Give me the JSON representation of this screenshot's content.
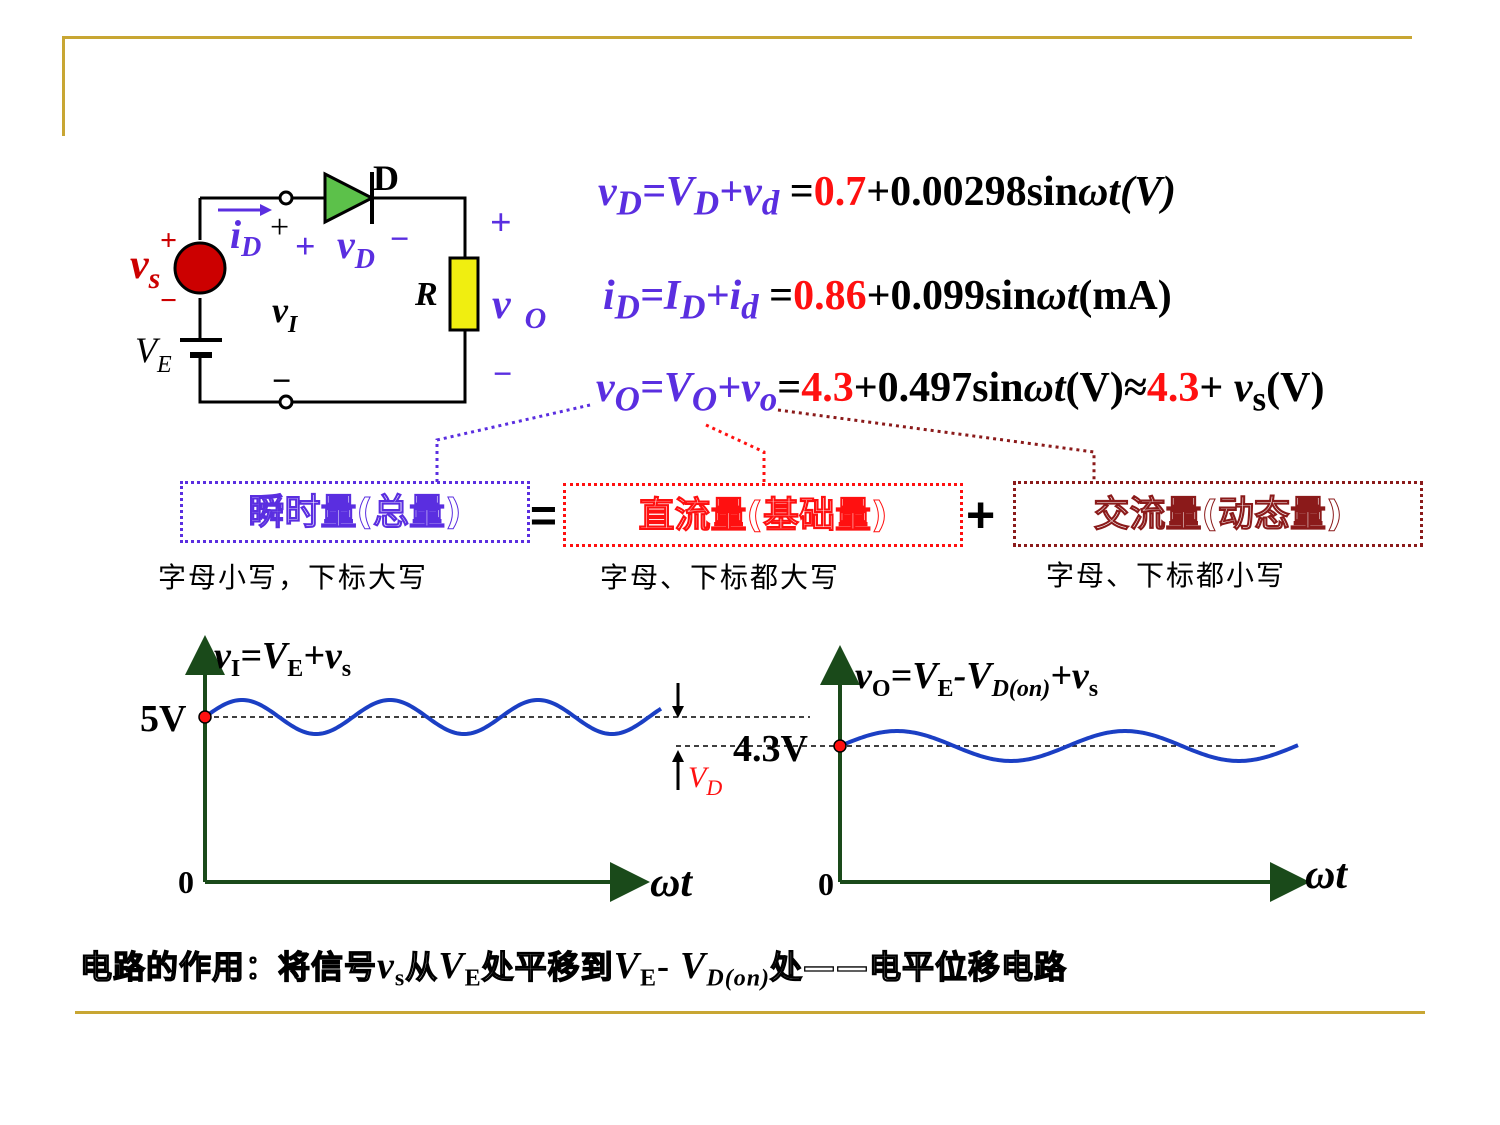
{
  "colors": {
    "accent_line": "#c8a633",
    "blue": "#5a2ee0",
    "red": "#ff1010",
    "darkred": "#8b1a1a",
    "axis": "#1a4a1a",
    "wave": "#1b3fc4"
  },
  "circuit": {
    "label_D": "D",
    "label_R": "R",
    "label_vs": "v",
    "label_vs_sub": "s",
    "label_VE": "V",
    "label_VE_sub": "E",
    "label_vI": "v",
    "label_vI_sub": "I",
    "label_iD": "i",
    "label_iD_sub": "D",
    "label_vD": "v",
    "label_vD_sub": "D",
    "label_vO": "v",
    "label_vO_sub": "O",
    "plus": "+",
    "minus": "−"
  },
  "equations": {
    "eq1": {
      "lhs_a": "v",
      "lhs_a_sub": "D",
      "lhs_b": "=V",
      "lhs_b_sub": "D",
      "lhs_c": "+v",
      "lhs_c_sub": "d",
      "eq": " =",
      "dc": "0.7",
      "rest": "+0.00298sin",
      "wt": "ωt",
      "unit": "(V)"
    },
    "eq2": {
      "lhs_a": "i",
      "lhs_a_sub": "D",
      "lhs_b": "=I",
      "lhs_b_sub": "D",
      "lhs_c": "+i",
      "lhs_c_sub": "d",
      "eq": " =",
      "dc": "0.86",
      "rest": "+0.099sin",
      "wt": "ωt",
      "unit": "(mA)"
    },
    "eq3": {
      "lhs_a": "v",
      "lhs_a_sub": "O",
      "lhs_b": "=V",
      "lhs_b_sub": "O",
      "lhs_c": "+v",
      "lhs_c_sub": "o",
      "eq": "=",
      "dc": "4.3",
      "rest": "+0.497sin",
      "wt": "ωt",
      "unit": "(V)≈",
      "dc2": "4.3",
      "tail": "+ ",
      "tail_v": "v",
      "tail_v_sub": "s",
      "tail_unit": "(V)"
    }
  },
  "concepts": {
    "box1": "瞬时量(总量)",
    "eq_sign": "=",
    "box2": "直流量(基础量)",
    "plus_sign": "+",
    "box3": "交流量(动态量)",
    "note1": "字母小写，下标大写",
    "note2": "字母、下标都大写",
    "note3": "字母、下标都小写"
  },
  "graph_left": {
    "title_v": "v",
    "title_v_sub": "I",
    "title_eq": "=V",
    "title_eq_sub": "E",
    "title_plus": "+v",
    "title_plus_sub": "s",
    "y_label": "5V",
    "origin": "0",
    "x_label": "ωt",
    "vd_label": "V",
    "vd_label_sub": "D"
  },
  "graph_right": {
    "title_v": "v",
    "title_v_sub": "O",
    "title_eq": "=V",
    "title_eq_sub": "E",
    "title_dash": "-V",
    "title_dash_sub": "D(on)",
    "title_plus": "+v",
    "title_plus_sub": "s",
    "y_label": "4.3V",
    "origin": "0",
    "x_label": "ωt"
  },
  "caption": {
    "p1": "电路的作用：将信号",
    "v": "v",
    "v_sub": "s",
    "p2": "从",
    "V1": "V",
    "V1_sub": "E",
    "p3": "处平移到",
    "V2": "V",
    "V2_sub": "E",
    "dash": "- ",
    "V3": "V",
    "V3_sub": "D(on)",
    "p4": "处——电平位移电路"
  }
}
